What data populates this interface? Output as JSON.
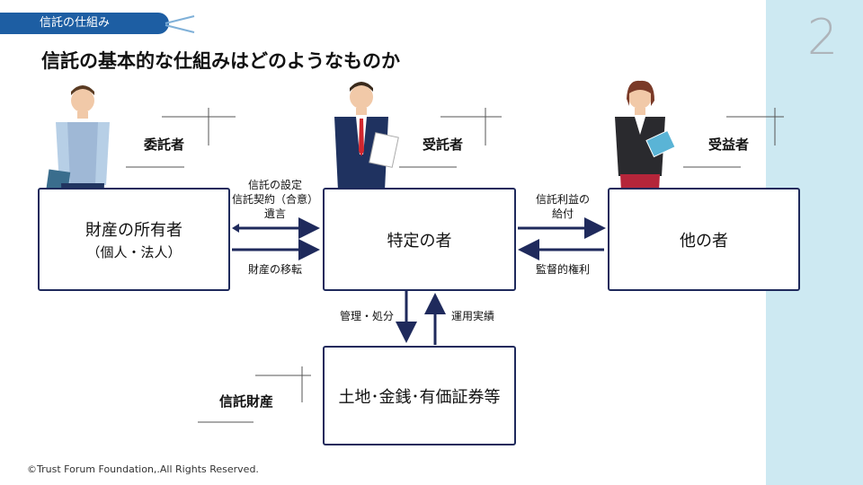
{
  "header": {
    "section_tag": "信託の仕組み",
    "title": "信託の基本的な仕組みはどのようなものか",
    "page_number": "2"
  },
  "roles": {
    "settlor": "委託者",
    "trustee": "受託者",
    "beneficiary": "受益者",
    "trust_property": "信託財産"
  },
  "boxes": {
    "settlor_main": "財産の所有者",
    "settlor_sub": "（個人・法人）",
    "trustee_main": "特定の者",
    "beneficiary_main": "他の者",
    "property_main": "土地･金銭･有価証券等"
  },
  "arrows": {
    "settlor_trustee_top": [
      "信託の設定",
      "信託契約（合意）",
      "遺言"
    ],
    "settlor_trustee_bottom": "財産の移転",
    "trustee_beneficiary_top": [
      "信託利益の",
      "給付"
    ],
    "trustee_beneficiary_bottom": "監督的権利",
    "trustee_property_left": "管理・処分",
    "trustee_property_right": "運用実績"
  },
  "footer": "©Trust Forum Foundation,.All Rights Reserved.",
  "colors": {
    "accent": "#1d5ea3",
    "arrow": "#1f2a5c",
    "side_band": "#cde9f2"
  }
}
